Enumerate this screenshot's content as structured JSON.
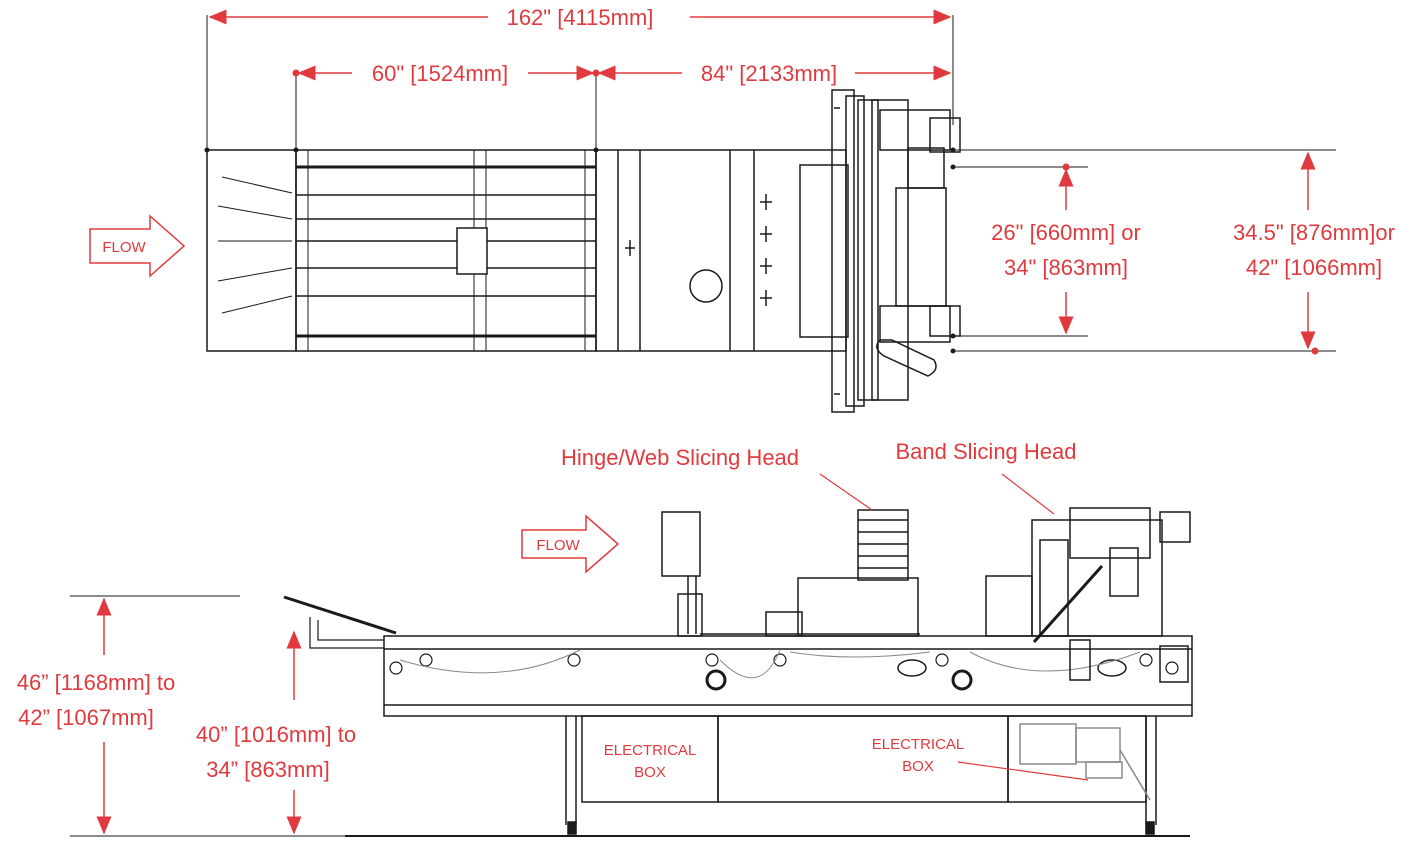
{
  "colors": {
    "accent": "#e03a3e",
    "line": "#1a1a1a",
    "light_line": "#9a9a9a"
  },
  "top_view": {
    "overall_length": "162\" [4115mm]",
    "infeed_length": "60\" [1524mm]",
    "slicer_length": "84\" [2133mm]",
    "inner_width_line1": "26\" [660mm] or",
    "inner_width_line2": "34\" [863mm]",
    "outer_width_line1": "34.5\" [876mm]or",
    "outer_width_line2": "42\" [1066mm]",
    "flow_label": "FLOW"
  },
  "side_view": {
    "flow_label": "FLOW",
    "hinge_head_label": "Hinge/Web Slicing Head",
    "band_head_label": "Band Slicing Head",
    "overall_height_line1": "46” [1168mm] to",
    "overall_height_line2": "42” [1067mm]",
    "belt_height_line1": "40” [1016mm] to",
    "belt_height_line2": "34” [863mm]",
    "electrical_box_1_line1": "ELECTRICAL",
    "electrical_box_1_line2": "BOX",
    "electrical_box_2_line1": "ELECTRICAL",
    "electrical_box_2_line2": "BOX"
  }
}
